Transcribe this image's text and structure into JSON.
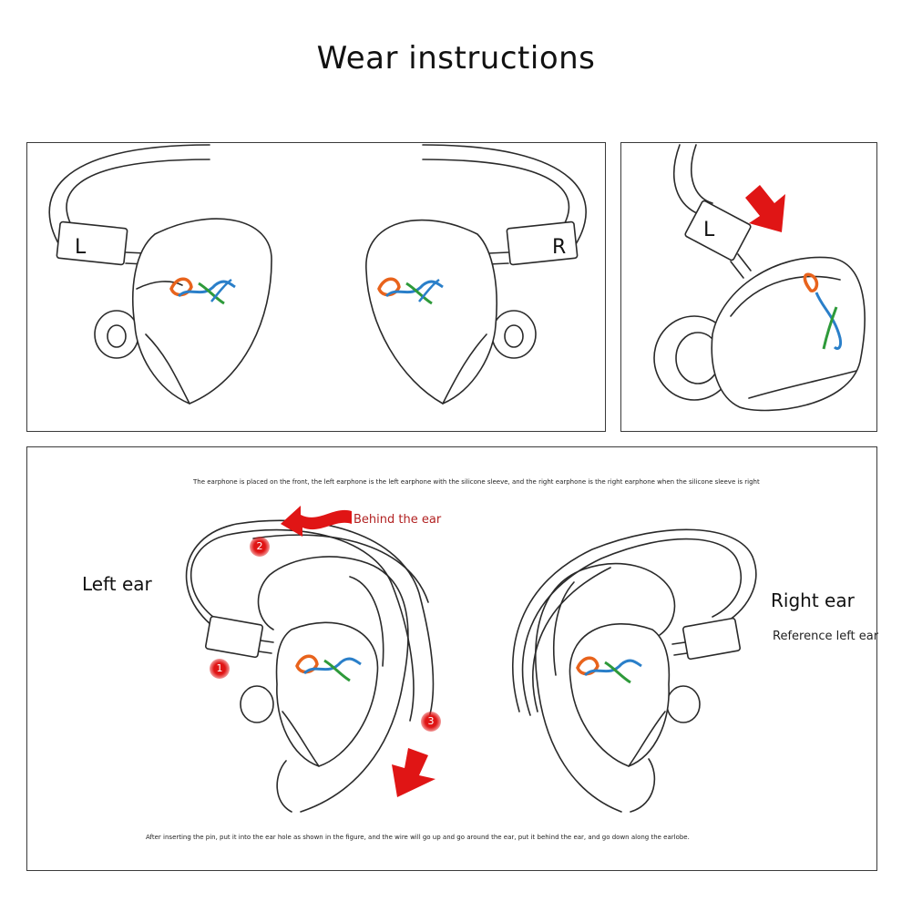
{
  "title": "Wear instructions",
  "top_left": {
    "left_plug": "L",
    "right_plug": "R"
  },
  "top_right": {
    "plug": "L"
  },
  "bottom": {
    "caption_top": "The earphone is placed on the front, the left earphone is the left earphone with the silicone sleeve, and the right earphone is the right earphone when the silicone sleeve is right",
    "behind_the_ear": "Behind the ear",
    "left_ear": "Left ear",
    "right_ear": "Right ear",
    "reference": "Reference left ear",
    "steps": [
      "1",
      "2",
      "3"
    ],
    "caption_bottom": "After inserting the pin, put it into the ear hole as shown in the figure, and the wire will go up and go around the ear, put it behind the ear, and go down along the earlobe."
  },
  "colors": {
    "arrow": "#e01515",
    "logo_orange": "#e8631c",
    "logo_blue": "#2a7fc9",
    "logo_green": "#2e9a3a"
  }
}
